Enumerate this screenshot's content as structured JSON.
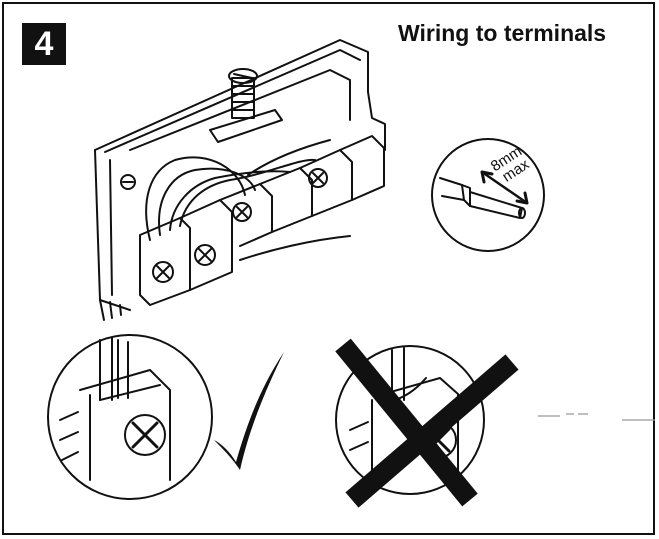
{
  "step": {
    "number": "4"
  },
  "title": "Wiring to terminals",
  "detail": {
    "strip_length_label": "8mm",
    "strip_max_label": "max"
  },
  "examples": [
    {
      "name": "correct",
      "mark": "check-mark"
    },
    {
      "name": "incorrect",
      "mark": "cross-mark"
    }
  ],
  "colors": {
    "ink": "#111111",
    "paper": "#ffffff"
  }
}
